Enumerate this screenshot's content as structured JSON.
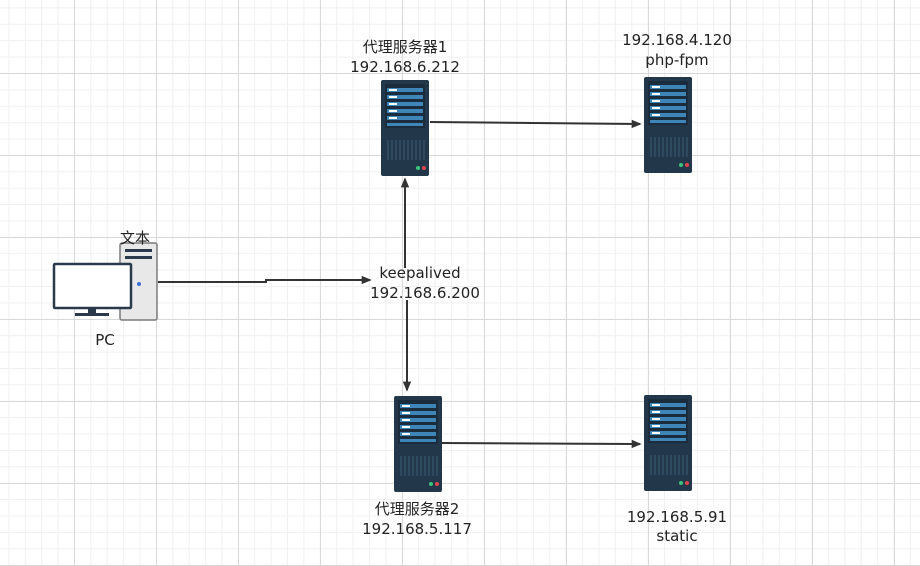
{
  "nodes": {
    "pc": {
      "caption": "PC",
      "overlay_text": "文本"
    },
    "proxy1": {
      "name": "代理服务器1",
      "ip": "192.168.6.212"
    },
    "php": {
      "ip": "192.168.4.120",
      "name": "php-fpm"
    },
    "vip": {
      "name": "keepalived",
      "ip": "192.168.6.200"
    },
    "proxy2": {
      "name": "代理服务器2",
      "ip": "192.168.5.117"
    },
    "static": {
      "ip": "192.168.5.91",
      "name": "static"
    }
  },
  "colors": {
    "server_body": "#22384a",
    "server_accent": "#3f86b8",
    "edge": "#333333",
    "led_green": "#3bc47a",
    "led_red": "#e0454a",
    "pc_case": "#e8e8e8",
    "pc_monitor": "#2b3a4a"
  }
}
